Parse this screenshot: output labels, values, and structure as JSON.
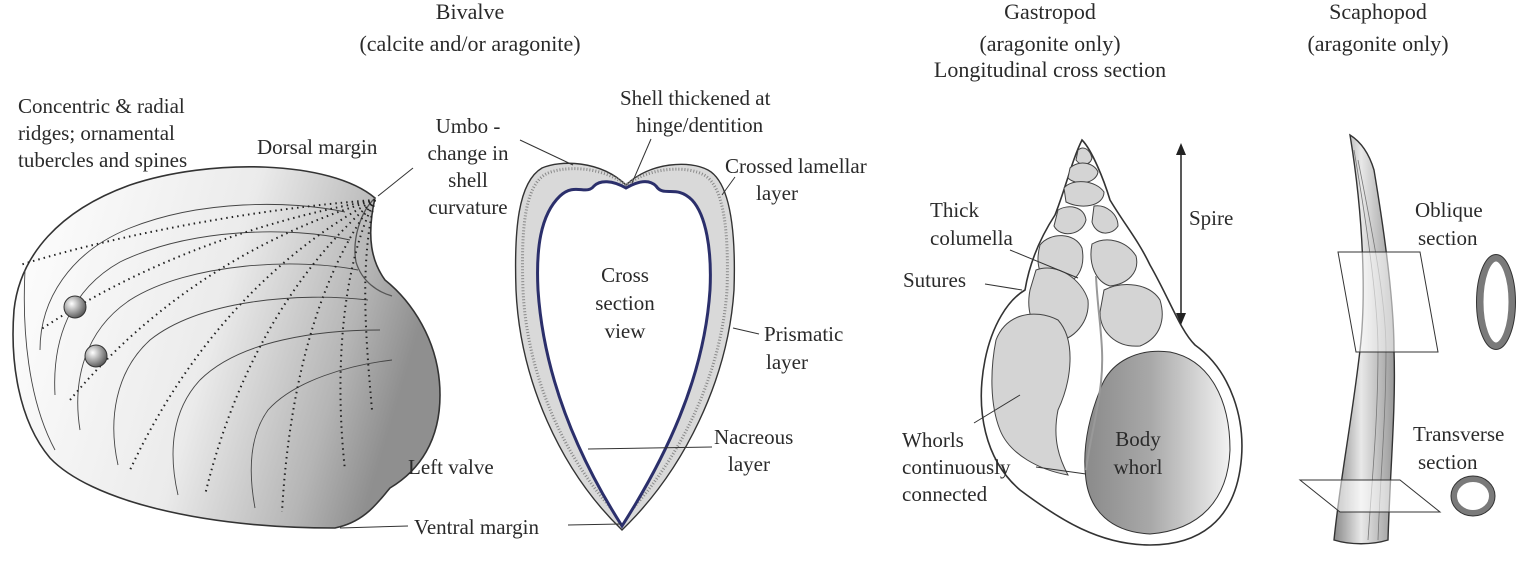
{
  "headings": {
    "bivalve_title": "Bivalve",
    "bivalve_sub": "(calcite and/or aragonite)",
    "gastropod_title": "Gastropod",
    "gastropod_sub1": "(aragonite only)",
    "gastropod_sub2": "Longitudinal cross section",
    "scaphopod_title": "Scaphopod",
    "scaphopod_sub": "(aragonite only)"
  },
  "bivalve_labels": {
    "ridges_1": "Concentric & radial",
    "ridges_2": "ridges; ornamental",
    "ridges_3": "tubercles and spines",
    "dorsal_margin": "Dorsal margin",
    "umbo_1": "Umbo -",
    "umbo_2": "change in",
    "umbo_3": "shell",
    "umbo_4": "curvature",
    "left_valve": "Left valve",
    "ventral_margin": "Ventral margin",
    "hinge_1": "Shell thickened at",
    "hinge_2": "hinge/dentition",
    "crossed_1": "Crossed lamellar",
    "crossed_2": "layer",
    "cross_1": "Cross",
    "cross_2": "section",
    "cross_3": "view",
    "prismatic_1": "Prismatic",
    "prismatic_2": "layer",
    "nacreous_1": "Nacreous",
    "nacreous_2": "layer"
  },
  "gastropod_labels": {
    "thick_1": "Thick",
    "thick_2": "columella",
    "sutures": "Sutures",
    "spire": "Spire",
    "whorls_1": "Whorls",
    "whorls_2": "continuously",
    "whorls_3": "connected",
    "body_1": "Body",
    "body_2": "whorl"
  },
  "scaphopod_labels": {
    "oblique_1": "Oblique",
    "oblique_2": "section",
    "transverse_1": "Transverse",
    "transverse_2": "section"
  }
}
